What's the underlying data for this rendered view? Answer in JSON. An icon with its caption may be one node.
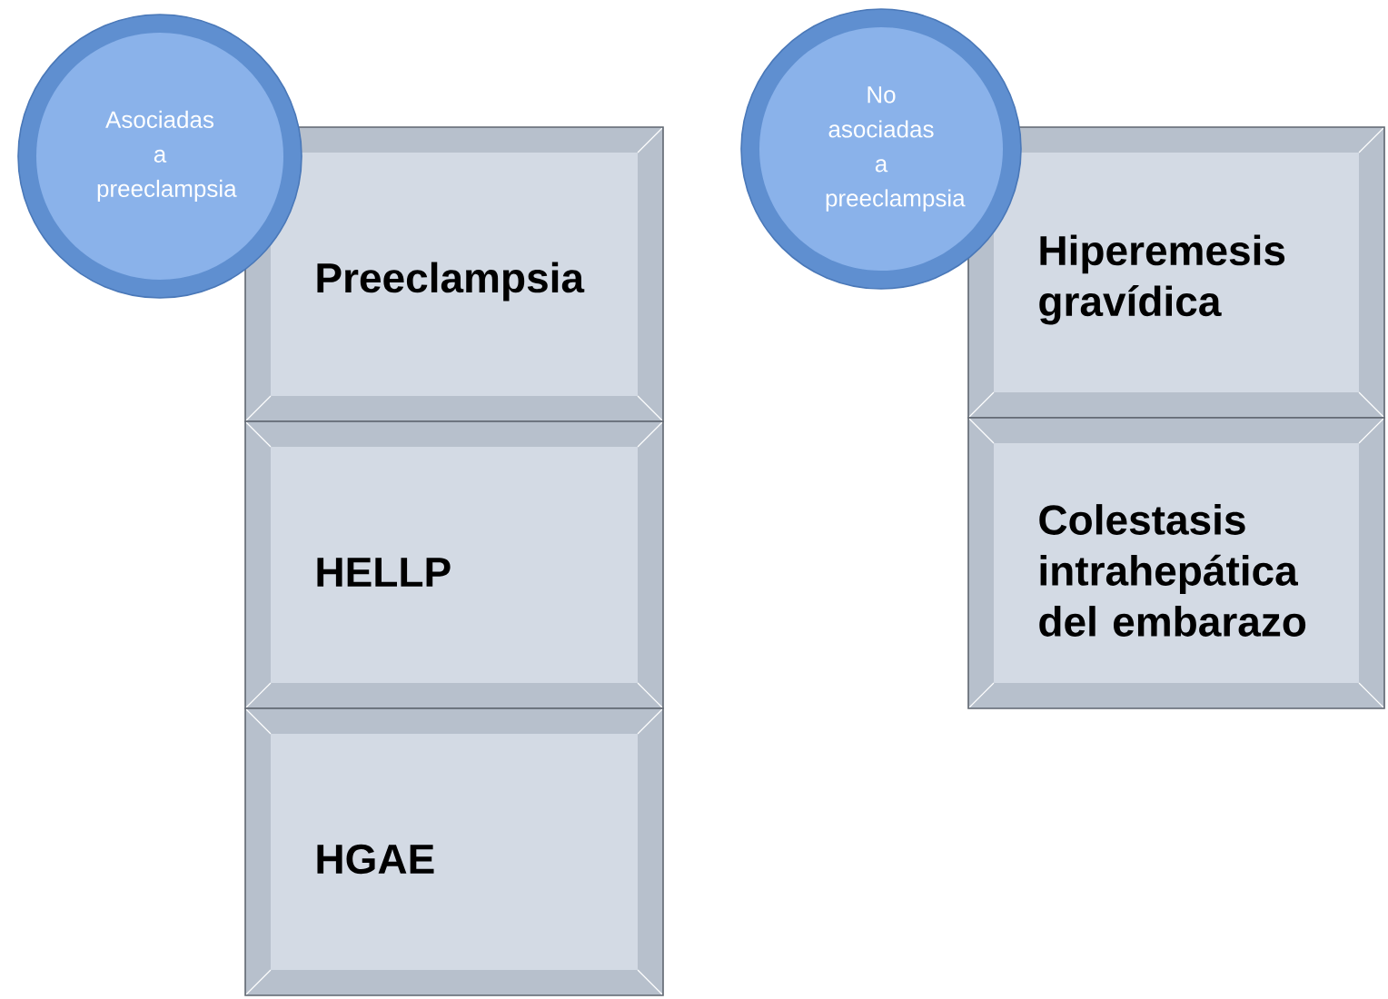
{
  "diagram": {
    "nodes": [
      {
        "text": [
          "Asociadas a preeclampsia"
        ]
      },
      {
        "text": [
          "Preeclampsia"
        ]
      },
      {
        "text": [
          "HELLP"
        ]
      },
      {
        "text": [
          "HGAE"
        ]
      },
      {
        "text": [
          "No asociadas a preeclampsia"
        ]
      },
      {
        "text": [
          "Hiperemesis gravídica"
        ]
      },
      {
        "text": [
          "Colestasis intrahepática del embarazo"
        ]
      }
    ]
  }
}
